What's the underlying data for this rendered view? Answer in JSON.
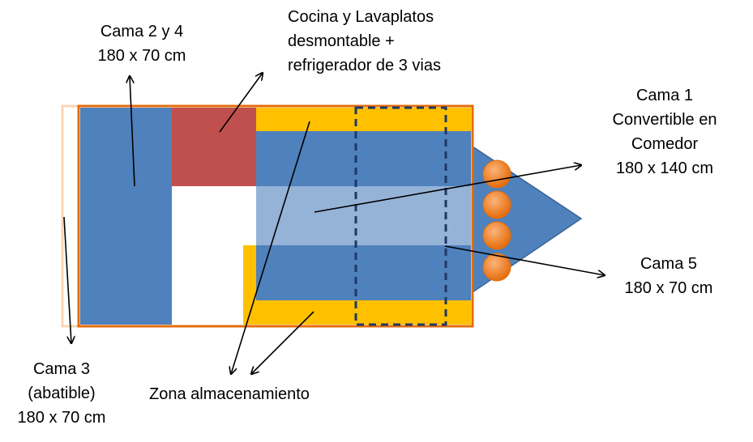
{
  "labels": {
    "cama24": [
      "Cama 2 y 4",
      "180 x 70 cm"
    ],
    "cocina": [
      "Cocina y Lavaplatos",
      "desmontable +",
      "refrigerador de 3 vias"
    ],
    "cama1": [
      "Cama 1",
      "Convertible en",
      "Comedor",
      "180 x 140 cm"
    ],
    "cama5": [
      "Cama 5",
      "180 x 70 cm"
    ],
    "cama3": [
      "Cama 3",
      "(abatible)",
      "180 x 70 cm"
    ],
    "zona": "Zona almacenamiento"
  },
  "colors": {
    "blue": "#4f81bd",
    "light_blue": "#95b3d7",
    "red": "#c0504d",
    "yellow": "#ffc000",
    "orange_border": "#e46c0a",
    "pale_border": "#fcd5b5",
    "dash": "#1f3864",
    "circle": "#f79646"
  }
}
